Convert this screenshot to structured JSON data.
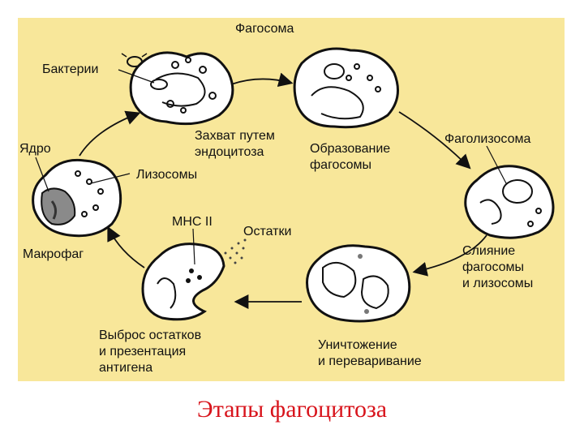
{
  "diagram": {
    "labels": {
      "phagosome": "Фагосома",
      "bacteria": "Бактерии",
      "nucleus": "Ядро",
      "lysosomes": "Лизосомы",
      "capture_line1": "Захват путем",
      "capture_line2": "эндоцитоза",
      "formation_line1": "Образование",
      "formation_line2": "фагосомы",
      "phagolysosome": "Фаголизосома",
      "fusion_line1": "Слияние",
      "fusion_line2": "фагосомы",
      "fusion_line3": "и лизосомы",
      "destruction_line1": "Уничтожение",
      "destruction_line2": "и переваривание",
      "remnants": "Остатки",
      "mhc": "MHC II",
      "release_line1": "Выброс остатков",
      "release_line2": "и презентация",
      "release_line3": "антигена",
      "macrophage": "Макрофаг"
    },
    "colors": {
      "background": "#f8e79a",
      "caption": "#d8141c",
      "nucleus": "#8a8a8a"
    }
  },
  "caption": "Этапы фагоцитоза"
}
